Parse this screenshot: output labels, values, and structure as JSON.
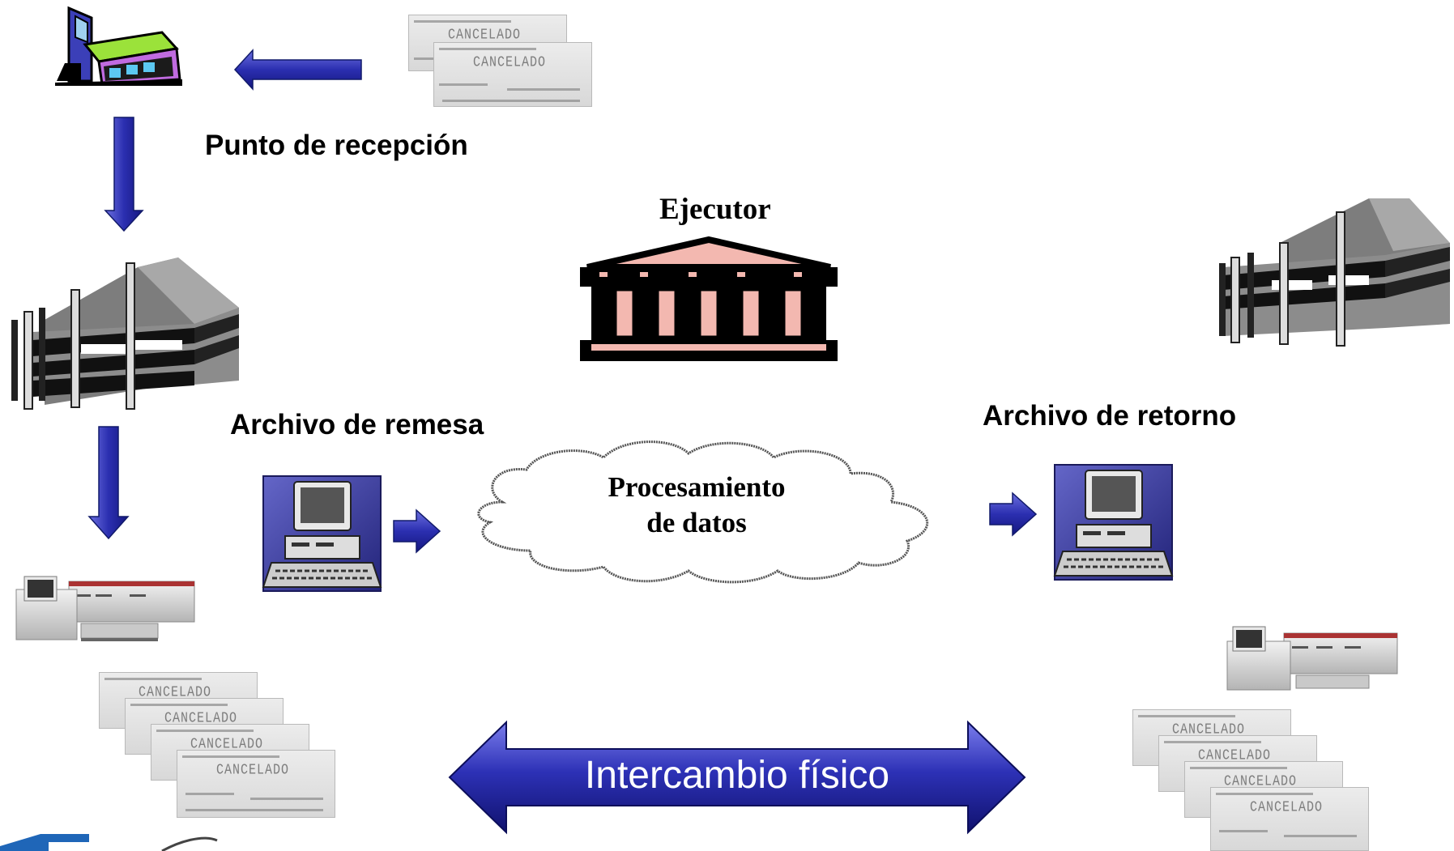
{
  "labels": {
    "reception": "Punto de recepción",
    "executor": "Ejecutor",
    "remittance_file": "Archivo de remesa",
    "return_file": "Archivo de retorno",
    "processing_line1": "Procesamiento",
    "processing_line2": "de datos",
    "physical_exchange": "Intercambio físico"
  },
  "cheque_stamp": "CANCELADO",
  "colors": {
    "arrow_blue": "#2a2fa8",
    "computer_blue": "#3d3fa0",
    "bank_pink": "#f3b8b0",
    "building_gray": "#8c8c8c"
  },
  "icons": [
    "store-icon",
    "office-building-icon",
    "bank-icon",
    "computer-icon",
    "cheque-scanner-icon",
    "cloud-icon",
    "cheque-icon"
  ]
}
